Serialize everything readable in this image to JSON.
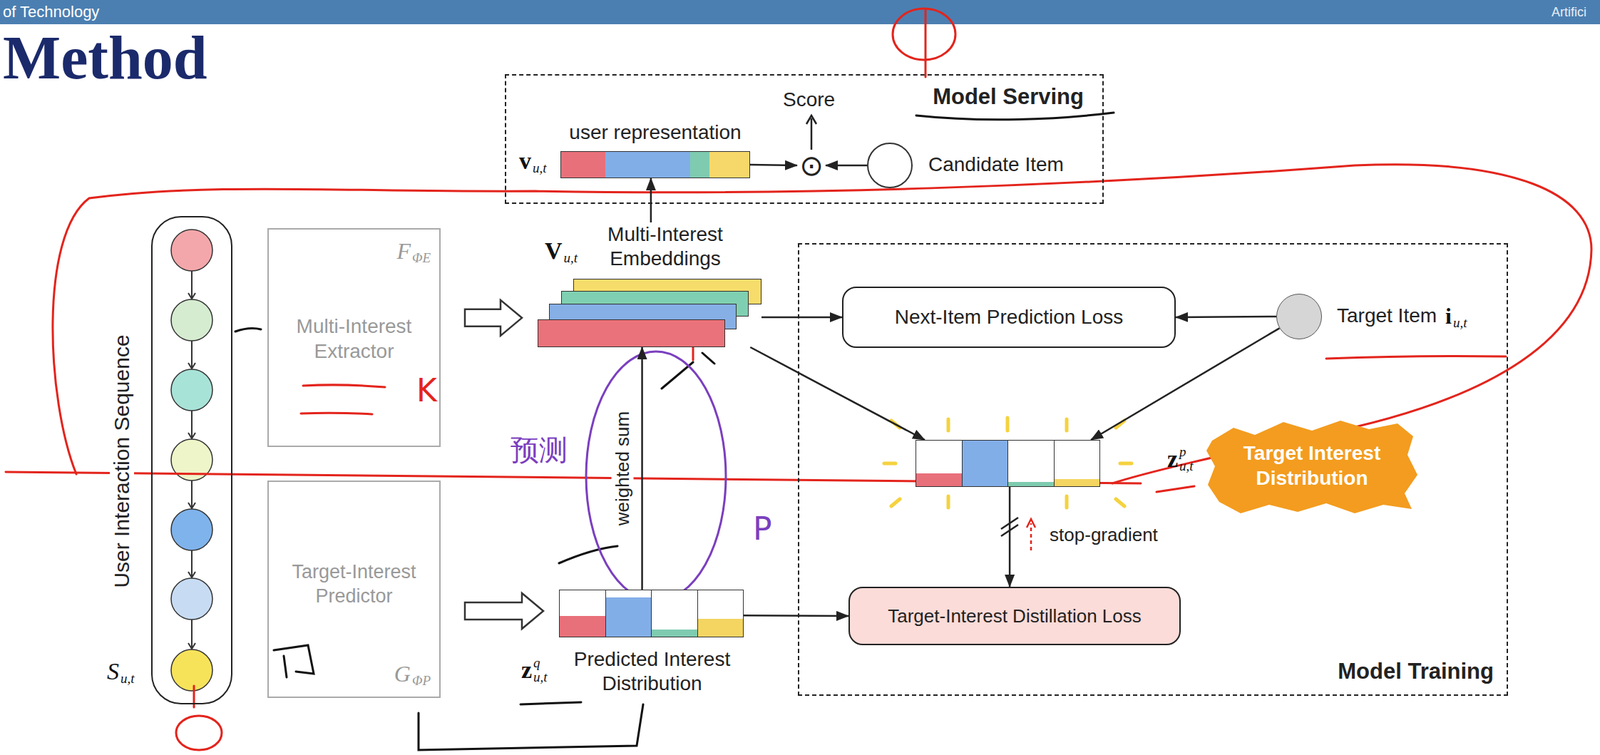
{
  "diagram": {
    "title": "Method",
    "nodes": [
      {
        "text": [
          "Model Serving"
        ]
      },
      {
        "text": [
          "user representation",
          "v",
          "u,t"
        ],
        "in": 0
      },
      {
        "text": [
          "⊙"
        ],
        "in": 0
      },
      {
        "text": [
          "Candidate Item"
        ],
        "in": 0
      },
      {
        "text": [
          "User Interaction Sequence"
        ]
      },
      {
        "text": [
          "Multi-Interest Extractor",
          "F",
          "ΦE"
        ]
      },
      {
        "text": [
          "Target-Interest Predictor",
          "G",
          "ΦP"
        ]
      },
      {
        "text": [
          "Multi-Interest Embeddings",
          "V",
          "u,t"
        ]
      },
      {
        "text": [
          "Predicted Interest Distribution",
          "z",
          "q",
          "u,t"
        ]
      },
      {
        "text": [
          "Model Training"
        ]
      },
      {
        "text": [
          "Next-Item Prediction Loss"
        ],
        "in": 9
      },
      {
        "text": [
          "Target Item",
          "i",
          "u,t"
        ],
        "in": 9
      },
      {
        "text": [
          "z",
          "p",
          "u,t"
        ],
        "in": 9
      },
      {
        "text": [
          "Target-Interest Distillation Loss"
        ],
        "in": 9
      },
      {
        "text": [
          "Target Interest Distribution"
        ],
        "in": 9
      }
    ],
    "edges": [
      {
        "from": 1,
        "to": 2,
        "arrow": "to"
      },
      {
        "from": 3,
        "to": 2,
        "arrow": "to"
      },
      {
        "from": 5,
        "to": 7,
        "arrow": "to"
      },
      {
        "from": 6,
        "to": 8,
        "arrow": "to"
      },
      {
        "from": 7,
        "to": 1,
        "arrow": "to"
      },
      {
        "from": 8,
        "to": 7,
        "label": "weighted sum",
        "arrow": "to"
      },
      {
        "from": 7,
        "to": 10,
        "arrow": "to"
      },
      {
        "from": 11,
        "to": 10,
        "arrow": "to"
      },
      {
        "from": 7,
        "to": 12,
        "arrow": "to"
      },
      {
        "from": 11,
        "to": 12,
        "arrow": "to"
      },
      {
        "from": 12,
        "to": 13,
        "label": "stop-gradient",
        "arrow": "to"
      },
      {
        "from": 8,
        "to": 13,
        "arrow": "to"
      }
    ],
    "labels": [
      "of Technology",
      "Artifici",
      "Score",
      "S",
      "u,t",
      "预测",
      "K",
      "P"
    ]
  }
}
